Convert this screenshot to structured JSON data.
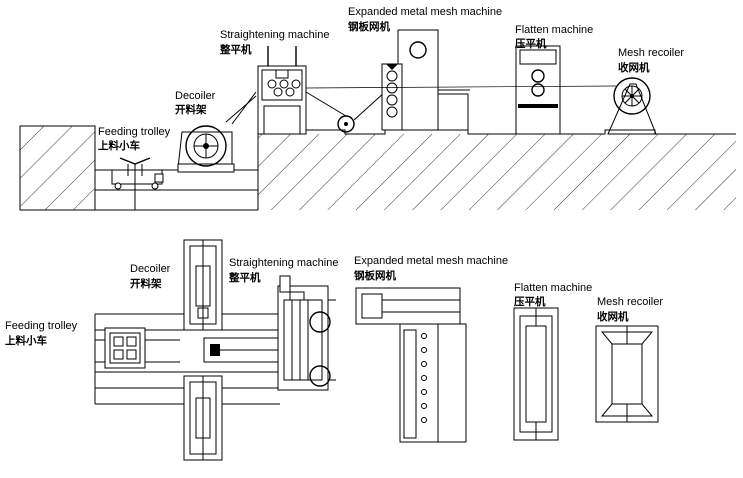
{
  "labels": {
    "elevation": {
      "feeding_trolley_en": "Feeding trolley",
      "feeding_trolley_cn": "上料小车",
      "decoiler_en": "Decoiler",
      "decoiler_cn": "开料架",
      "straightening_en": "Straightening machine",
      "straightening_cn": "整平机",
      "expanded_en": "Expanded metal mesh machine",
      "expanded_cn": "钢板网机",
      "flatten_en": "Flatten machine",
      "flatten_cn": "压平机",
      "recoiler_en": "Mesh recoiler",
      "recoiler_cn": "收网机"
    },
    "plan": {
      "feeding_trolley_en": "Feeding trolley",
      "feeding_trolley_cn": "上料小车",
      "decoiler_en": "Decoiler",
      "decoiler_cn": "开料架",
      "straightening_en": "Straightening machine",
      "straightening_cn": "整平机",
      "expanded_en": "Expanded metal mesh machine",
      "expanded_cn": "钢板网机",
      "flatten_en": "Flatten machine",
      "flatten_cn": "压平机",
      "recoiler_en": "Mesh recoiler",
      "recoiler_cn": "收网机"
    }
  }
}
